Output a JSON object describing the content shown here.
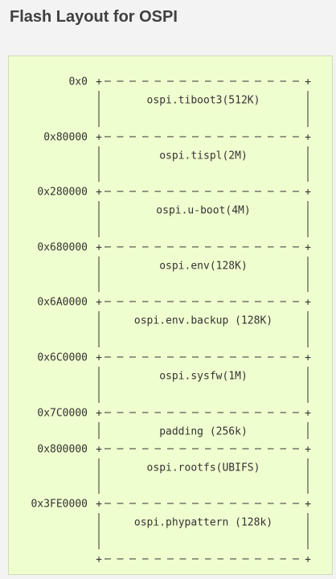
{
  "page": {
    "title": "Flash Layout for OSPI"
  },
  "layout": {
    "partitions": [
      {
        "address": "0x0",
        "name": "ospi.tiboot3(512K)"
      },
      {
        "address": "0x80000",
        "name": "ospi.tispl(2M)"
      },
      {
        "address": "0x280000",
        "name": "ospi.u-boot(4M)"
      },
      {
        "address": "0x680000",
        "name": "ospi.env(128K)"
      },
      {
        "address": "0x6A0000",
        "name": "ospi.env.backup (128K)"
      },
      {
        "address": "0x6C0000",
        "name": "ospi.sysfw(1M)"
      },
      {
        "address": "0x7C0000",
        "name": "padding (256k)"
      },
      {
        "address": "0x800000",
        "name": "ospi.rootfs(UBIFS)"
      },
      {
        "address": "0x3FE0000",
        "name": "ospi.phypattern (128k)"
      }
    ]
  }
}
